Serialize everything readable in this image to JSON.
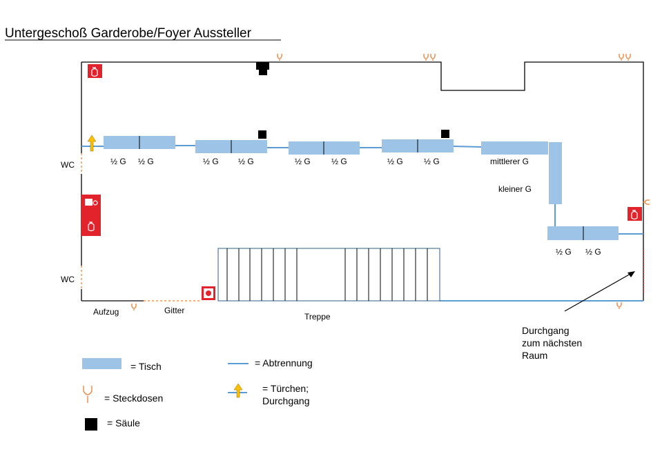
{
  "title": "Untergeschoß Garderobe/Foyer Aussteller",
  "labels": {
    "wc_top": "WC",
    "wc_bottom": "WC",
    "aufzug": "Aufzug",
    "gitter": "Gitter",
    "treppe": "Treppe",
    "mittlerer_g": "mittlerer G",
    "kleiner_g": "kleiner G",
    "half_g": "½ G",
    "durchgang_line1": "Durchgang",
    "durchgang_line2": "zum nächsten",
    "durchgang_line3": "Raum"
  },
  "legend": {
    "tisch": "= Tisch",
    "abtrennung": "= Abtrennung",
    "steckdosen": "= Steckdosen",
    "tuerchen_line1": "= Türchen;",
    "tuerchen_line2": "Durchgang",
    "saeule": "= Säule"
  },
  "colors": {
    "table": "#9dc3e6",
    "separator": "#5b9bd5",
    "socket": "#ed7d31",
    "fire_extinguisher": "#e3232c",
    "door_arrow": "#ffc000"
  },
  "icons": [
    "fire-extinguisher-icon",
    "fire-hose-icon",
    "fire-alarm-icon",
    "socket-icon",
    "column-icon",
    "door-arrow-icon"
  ]
}
